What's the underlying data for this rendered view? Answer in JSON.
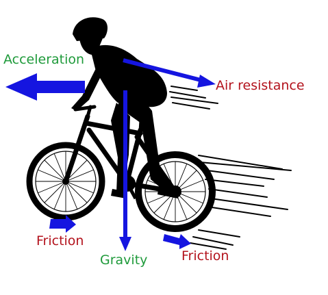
{
  "labels": {
    "acceleration": "Acceleration",
    "air_resistance": "Air resistance",
    "friction_front": "Friction",
    "friction_rear": "Friction",
    "gravity": "Gravity"
  },
  "colors": {
    "arrow": "#1515e0",
    "label_green": "#1e9a3a",
    "label_red": "#b3121c",
    "silhouette": "#000000",
    "background": "#ffffff"
  },
  "icons": {
    "rider": "cyclist-silhouette-icon",
    "bicycle": "mountain-bike-silhouette-icon"
  }
}
